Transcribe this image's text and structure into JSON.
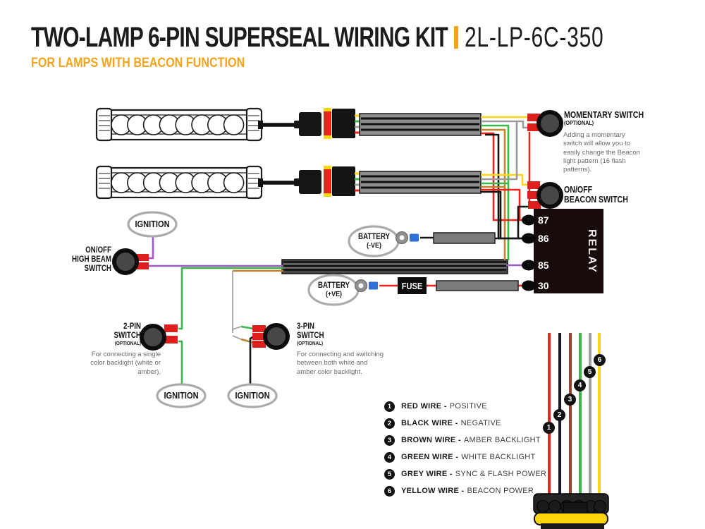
{
  "header": {
    "title": "TWO-LAMP 6-PIN SUPERSEAL WIRING KIT",
    "product_code": "2L-LP-6C-350",
    "subtitle": "FOR LAMPS WITH BEACON FUNCTION"
  },
  "momentary": {
    "title": "MOMENTARY SWITCH",
    "optional": "(OPTIONAL)",
    "note": "Adding a momentary switch will allow you to easily change the Beacon light pattern (16 flash patterns)."
  },
  "beacon": {
    "line1": "ON/OFF",
    "line2": "BEACON SWITCH"
  },
  "high_beam": {
    "line1": "ON/OFF",
    "line2": "HIGH BEAM",
    "line3": "SWITCH"
  },
  "relay": {
    "title": "RELAY",
    "pins": [
      "87",
      "86",
      "85",
      "30"
    ]
  },
  "battery_negative": {
    "line1": "BATTERY",
    "line2": "(-VE)"
  },
  "battery_positive": {
    "line1": "BATTERY",
    "line2": "(+VE)"
  },
  "fuse": {
    "label": "FUSE"
  },
  "ignition": {
    "top": "IGNITION",
    "bottom_left": "IGNITION",
    "bottom_right": "IGNITION"
  },
  "two_pin": {
    "title1": "2-PIN",
    "title2": "SWITCH",
    "optional": "(OPTIONAL)",
    "note": "For connecting a single color backlight (white or amber)."
  },
  "three_pin": {
    "title1": "3-PIN",
    "title2": "SWITCH",
    "optional": "(OPTIONAL)",
    "note": "For connecting and switching between both white and amber color backlight."
  },
  "legend": {
    "items": [
      {
        "num": "1",
        "name": "RED WIRE -",
        "desc": "POSITIVE"
      },
      {
        "num": "2",
        "name": "BLACK WIRE -",
        "desc": "NEGATIVE"
      },
      {
        "num": "3",
        "name": "BROWN WIRE -",
        "desc": "AMBER BACKLIGHT"
      },
      {
        "num": "4",
        "name": "GREEN WIRE -",
        "desc": "WHITE BACKLIGHT"
      },
      {
        "num": "5",
        "name": "GREY WIRE -",
        "desc": "SYNC & FLASH POWER"
      },
      {
        "num": "6",
        "name": "YELLOW WIRE -",
        "desc": "BEACON POWER"
      }
    ]
  },
  "connector": {
    "wires": [
      {
        "num": "1",
        "color_name": "red"
      },
      {
        "num": "2",
        "color_name": "black"
      },
      {
        "num": "3",
        "color_name": "brown"
      },
      {
        "num": "4",
        "color_name": "green"
      },
      {
        "num": "5",
        "color_name": "grey"
      },
      {
        "num": "6",
        "color_name": "yellow"
      }
    ]
  },
  "colors": {
    "wire_red": "#e8241f",
    "wire_yellow": "#ffd60e",
    "wire_green": "#3cb54a",
    "wire_grey": "#9b9b9b",
    "wire_brown": "#c1832b",
    "wire_purple": "#9c5fbf",
    "wire_black": "#141414",
    "wire_navy": "#171726",
    "wire_brick": "#9c4130",
    "terminal_red": "#dd1f1e",
    "accent": "#f2a41f",
    "crimp_blue": "#2e6fd9",
    "sleeve": "#8d8d8d",
    "loom_dark": "#4a4a4a",
    "relay_bg": "#170b0b",
    "oval_stroke": "#ababab"
  }
}
